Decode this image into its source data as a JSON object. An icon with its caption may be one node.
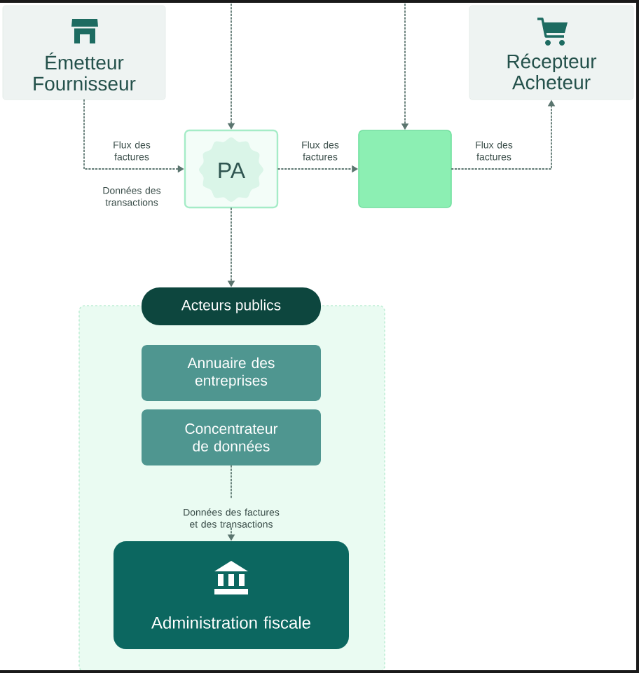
{
  "diagram": {
    "nodes": [
      {
        "text": [
          "Émetteur Fournisseur"
        ]
      },
      {
        "text": [
          "Récepteur Acheteur"
        ]
      },
      {
        "text": [
          "PA"
        ]
      },
      {
        "text": [],
        "shape": "box"
      },
      {
        "text": [
          "Acteurs publics"
        ]
      },
      {
        "text": [
          "Annuaire des entreprises"
        ],
        "in": 4
      },
      {
        "text": [
          "Concentrateur de données"
        ],
        "in": 4
      },
      {
        "text": [
          "Administration fiscale"
        ],
        "in": 4
      }
    ],
    "edges": [
      {
        "from": 0,
        "to": 2,
        "arrow": "to",
        "label": "Flux des factures"
      },
      {
        "from": null,
        "to": 2,
        "arrow": "to"
      },
      {
        "from": 2,
        "to": 3,
        "arrow": "to",
        "label": "Flux des factures"
      },
      {
        "from": null,
        "to": 3,
        "arrow": "to"
      },
      {
        "from": 3,
        "to": 1,
        "arrow": "to",
        "label": "Flux des factures"
      },
      {
        "from": 2,
        "to": 4,
        "arrow": "to"
      },
      {
        "from": 6,
        "to": 7,
        "arrow": "to",
        "label": "Données des factures et des transactions"
      }
    ],
    "labels": [
      "Données des transactions"
    ]
  }
}
